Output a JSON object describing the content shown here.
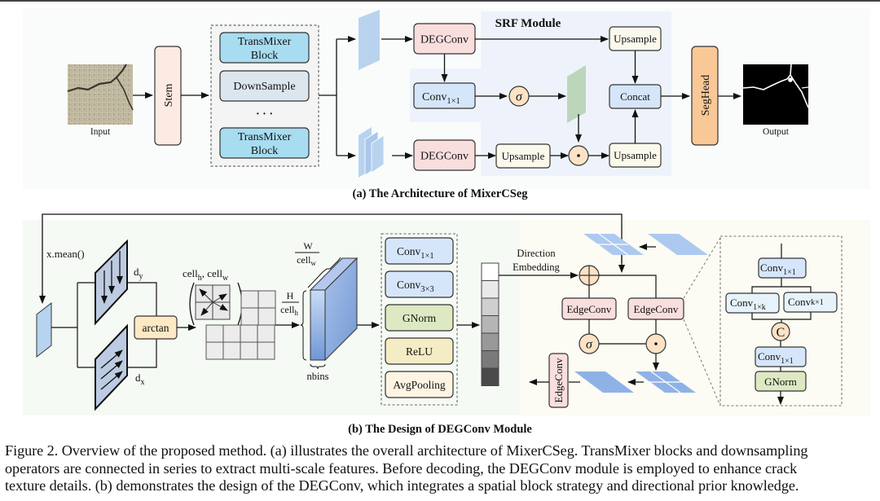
{
  "panel_a": {
    "title": "(a) The Architecture of MixerCSeg",
    "input_label": "Input",
    "output_label": "Output",
    "stem": "Stem",
    "encoder": {
      "blocks": [
        "TransMixer Block",
        "DownSample",
        "· · ·",
        "TransMixer Block"
      ],
      "line1": "TransMixer",
      "line2": "Block",
      "downsample": "DownSample",
      "ellipsis": "· · ·"
    },
    "srf_module": "SRF Module",
    "degconv": "DEGConv",
    "conv": "Conv",
    "conv_sub": "1×1",
    "sigma": "σ",
    "dot": "·",
    "upsample": "Upsample",
    "concat": "Concat",
    "seghead": "SegHead",
    "colors": {
      "transmixer": "#a8dcf0",
      "downsample": "#dce6ef",
      "stem": "#fdeae3",
      "degconv": "#f9dede",
      "conv": "#d6e6fa",
      "upsample": "#fbf8ec",
      "circle": "#fde2c6",
      "seghead": "#f9c897",
      "srf_bg": "#eef3fb",
      "feature": "#b9d3ef",
      "attn_map": "#bcd6bc"
    }
  },
  "panel_b": {
    "title": "(b) The Design of DEGConv Module",
    "mean_label": "x.mean()",
    "dy": "d",
    "dy_sub": "y",
    "dx": "d",
    "dx_sub": "x",
    "arctan": "arctan",
    "cell_label": "cell",
    "cell_h_sub": "h",
    "cell_w_sub": "w",
    "cell_sep": ", ",
    "W": "W",
    "H": "H",
    "nbins": "nbins",
    "stack": [
      {
        "label": "Conv",
        "sub": "1×1",
        "color": "#d6e6fa"
      },
      {
        "label": "Conv",
        "sub": "3×3",
        "color": "#d6e6fa"
      },
      {
        "label": "GNorm",
        "sub": "",
        "color": "#dde9c2"
      },
      {
        "label": "ReLU",
        "sub": "",
        "color": "#f4ecc4"
      },
      {
        "label": "AvgPooling",
        "sub": "",
        "color": "#fdf5e2"
      }
    ],
    "direction_embedding_line1": "Direction",
    "direction_embedding_line2": "Embedding",
    "embedding_shades": [
      "#ffffff",
      "#e9e9e9",
      "#cfcfcf",
      "#b5b5b5",
      "#999999",
      "#7a7a7a",
      "#4a4a4a"
    ],
    "edgeconv": "EdgeConv",
    "sigma": "σ",
    "dot": "·",
    "plus": "+",
    "detail": {
      "conv1": {
        "label": "Conv",
        "sub": "1×1"
      },
      "conv1k": {
        "label": "Conv",
        "sub": "1×k"
      },
      "convk1": {
        "label": "Conv",
        "sub": "k×1"
      },
      "concat": "C",
      "conv2": {
        "label": "Conv",
        "sub": "1×1"
      },
      "gnorm": "GNorm"
    }
  },
  "caption": {
    "line1": "Figure 2. Overview of the proposed method. (a) illustrates the overall architecture of MixerCSeg. TransMixer blocks and downsampling",
    "line2": "operators are connected in series to extract multi-scale features. Before decoding, the DEGConv module is employed to enhance crack",
    "line3": "texture details. (b) demonstrates the design of the DEGConv, which integrates a spatial block strategy and directional prior knowledge."
  }
}
